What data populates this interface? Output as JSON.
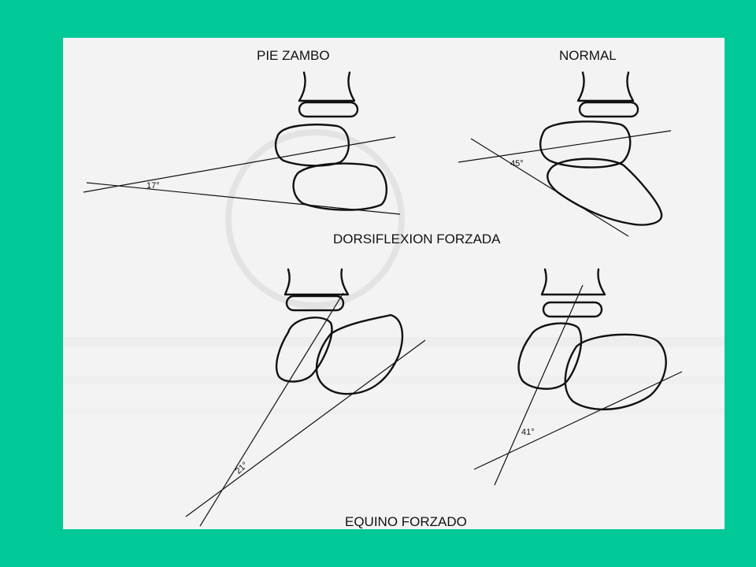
{
  "labels": {
    "pie_zambo": "PIE ZAMBO",
    "normal": "NORMAL",
    "dorsiflexion": "DORSIFLEXION FORZADA",
    "equino": "EQUINO FORZADO"
  },
  "angles": {
    "top_left": "17°",
    "top_right": "45°",
    "bottom_left": "21°",
    "bottom_right": "41°"
  },
  "colors": {
    "background": "#00c896",
    "panel": "#f3f3f3",
    "ink": "#111111"
  }
}
